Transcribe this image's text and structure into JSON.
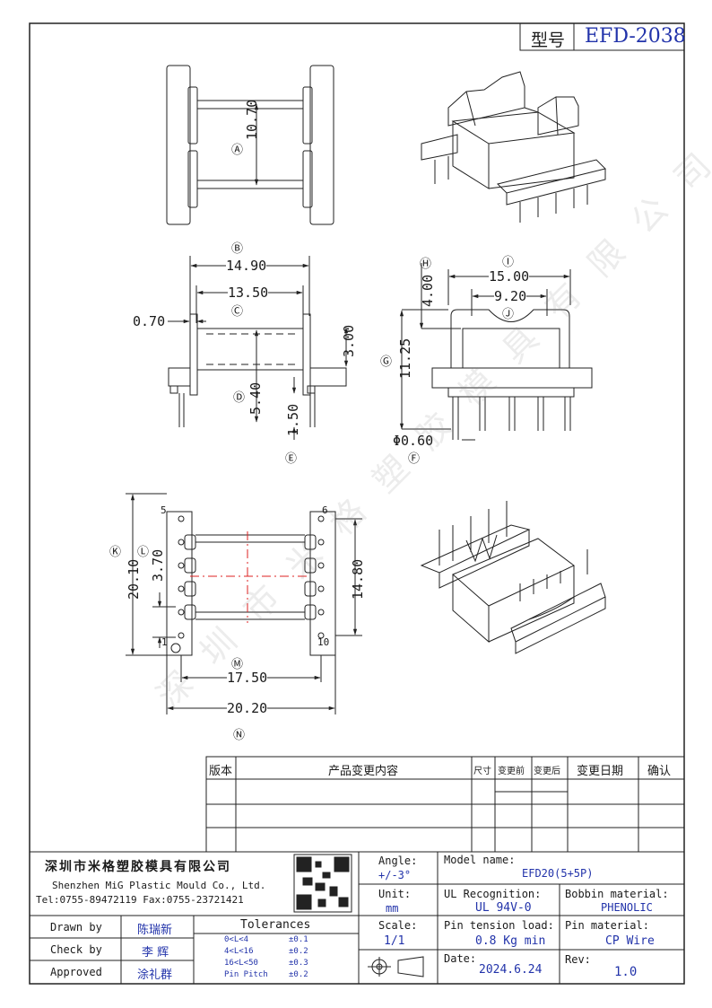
{
  "header": {
    "model_label": "型号",
    "model_value": "EFD-2038"
  },
  "watermark": "深圳市米格塑胶模具有限公司",
  "dimensions": {
    "A": {
      "circle": "Ⓐ",
      "value": "10.70"
    },
    "B": {
      "circle": "Ⓑ",
      "value": "14.90"
    },
    "C": {
      "circle": "Ⓒ",
      "value": "13.50"
    },
    "thick": {
      "value": "0.70"
    },
    "h300": {
      "value": "3.00"
    },
    "D": {
      "circle": "Ⓓ",
      "value": "5.40"
    },
    "E": {
      "circle": "Ⓔ",
      "value": "1.50"
    },
    "I": {
      "circle": "Ⓘ",
      "value": "15.00"
    },
    "J": {
      "circle": "Ⓙ",
      "value": "9.20"
    },
    "H": {
      "circle": "Ⓗ",
      "value": "4.00"
    },
    "G": {
      "circle": "Ⓖ",
      "value": "11.25"
    },
    "F": {
      "circle": "Ⓕ",
      "value": "Φ0.60"
    },
    "K": {
      "circle": "Ⓚ",
      "value": "20.10"
    },
    "L": {
      "circle": "Ⓛ",
      "value": "3.70"
    },
    "h1480": {
      "value": "14.80"
    },
    "M": {
      "circle": "Ⓜ",
      "value": "17.50"
    },
    "N": {
      "circle": "Ⓝ",
      "value": "20.20"
    }
  },
  "pins": {
    "p5": "5",
    "p6": "6",
    "p1": "1",
    "p10": "10"
  },
  "revision": {
    "version": "版本",
    "content": "产品变更内容",
    "size": "尺寸",
    "before": "变更前",
    "after": "变更后",
    "date": "变更日期",
    "confirm": "确认"
  },
  "title_block": {
    "company_cn": "深圳市米格塑胶模具有限公司",
    "company_en": "Shenzhen MiG Plastic Mould Co., Ltd.",
    "contact": "Tel:0755-89472119   Fax:0755-23721421",
    "angle_label": "Angle:",
    "angle_value": "+/-3°",
    "unit_label": "Unit:",
    "unit_value": "mm",
    "scale_label": "Scale:",
    "scale_value": "1/1",
    "model_label": "Model name:",
    "model_value": "EFD20(5+5P)",
    "ul_label": "UL Recognition:",
    "ul_value": "UL 94V-0",
    "bobbin_label": "Bobbin material:",
    "bobbin_value": "PHENOLIC",
    "tension_label": "Pin tension load:",
    "tension_value": "0.8 Kg min",
    "pinmat_label": "Pin material:",
    "pinmat_value": "CP Wire",
    "date_label": "Date:",
    "date_value": "2024.6.24",
    "rev_label": "Rev:",
    "rev_value": "1.0",
    "drawn_label": "Drawn by",
    "drawn_value": "陈瑞新",
    "check_label": "Check by",
    "check_value": "李  辉",
    "approved_label": "Approved",
    "approved_value": "涂礼群",
    "tol_title": "Tolerances",
    "tol": [
      {
        "range": "0<L<4",
        "val": "±0.1"
      },
      {
        "range": "4<L<16",
        "val": "±0.2"
      },
      {
        "range": "16<L<50",
        "val": "±0.3"
      },
      {
        "range": "Pin Pitch",
        "val": "±0.2"
      }
    ]
  }
}
